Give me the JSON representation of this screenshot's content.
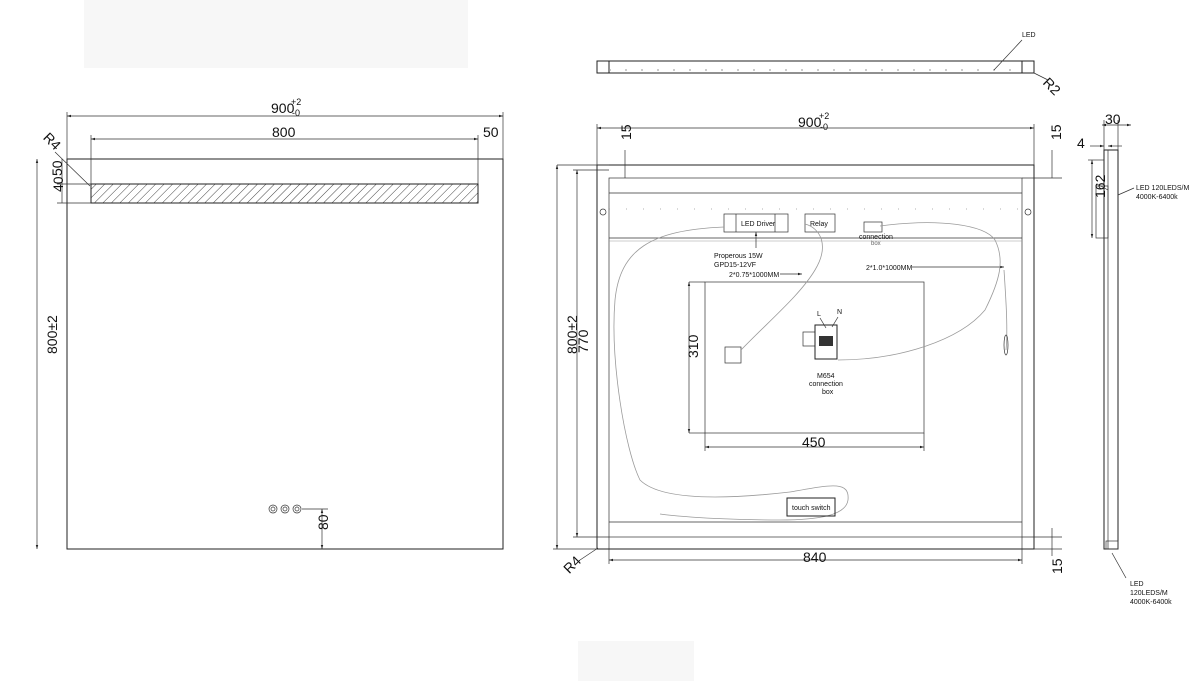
{
  "front_view": {
    "width_label": "900",
    "width_tol_plus": "+2",
    "width_tol_minus": "-0",
    "strip_length": "800",
    "strip_margin": "50",
    "radius": "R4",
    "strip_top": "50",
    "strip_height": "40",
    "height_label": "800±2",
    "switch_offset": "80"
  },
  "top_view": {
    "led_label": "LED",
    "radius": "R2"
  },
  "back_view": {
    "width_label": "900",
    "width_tol_plus": "+2",
    "width_tol_minus": "-0",
    "top_margin_left": "15",
    "top_margin_right": "15",
    "bottom_margin": "15",
    "height_label": "800±2",
    "inner_height": "770",
    "inner_width": "840",
    "radius": "R4",
    "box_height": "310",
    "box_width": "450",
    "led_driver_label": "LED Driver",
    "relay_label": "Relay",
    "connection_label": "connection",
    "connection_sub": "box",
    "driver_note_1": "Properous 15W",
    "driver_note_2": "GPD15-12VF",
    "cable_1": "2*0.75*1000MM",
    "cable_2": "2*1.0*1000MM",
    "terminal_L": "L",
    "terminal_N": "N",
    "conn_box_1": "M654",
    "conn_box_2": "connection",
    "conn_box_3": "box",
    "touch_switch": "touch switch"
  },
  "side_view": {
    "depth": "30",
    "frame": "4",
    "led_height": "162",
    "led_note_1": "LED 120LEDS/M",
    "led_note_2": "4000K-6400k",
    "bottom_note_1": "LED",
    "bottom_note_2": "120LEDS/M",
    "bottom_note_3": "4000K-6400k"
  }
}
